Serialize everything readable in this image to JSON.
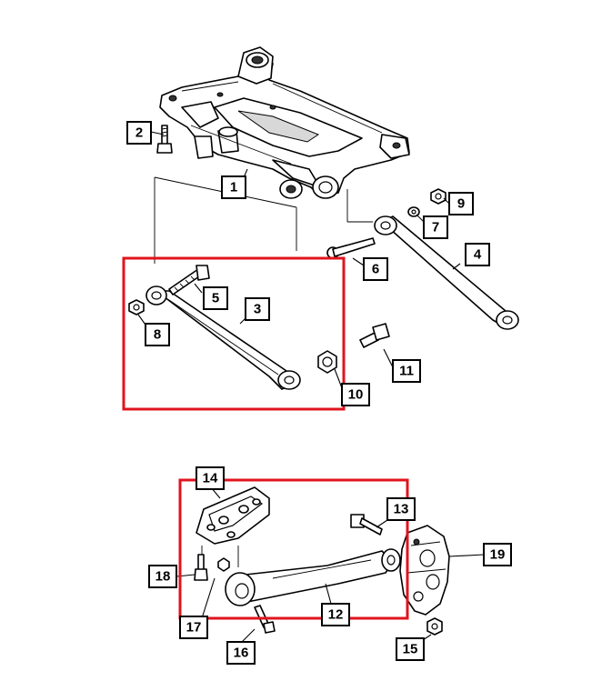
{
  "highlight_color": "#e0141e",
  "callouts": [
    {
      "id": "c1",
      "label": "1"
    },
    {
      "id": "c2",
      "label": "2"
    },
    {
      "id": "c3",
      "label": "3"
    },
    {
      "id": "c4",
      "label": "4"
    },
    {
      "id": "c5",
      "label": "5"
    },
    {
      "id": "c6",
      "label": "6"
    },
    {
      "id": "c7",
      "label": "7"
    },
    {
      "id": "c8",
      "label": "8"
    },
    {
      "id": "c9",
      "label": "9"
    },
    {
      "id": "c10",
      "label": "10"
    },
    {
      "id": "c11",
      "label": "11"
    },
    {
      "id": "c12",
      "label": "12"
    },
    {
      "id": "c13",
      "label": "13"
    },
    {
      "id": "c14",
      "label": "14"
    },
    {
      "id": "c15",
      "label": "15"
    },
    {
      "id": "c16",
      "label": "16"
    },
    {
      "id": "c17",
      "label": "17"
    },
    {
      "id": "c18",
      "label": "18"
    },
    {
      "id": "c19",
      "label": "19"
    }
  ]
}
